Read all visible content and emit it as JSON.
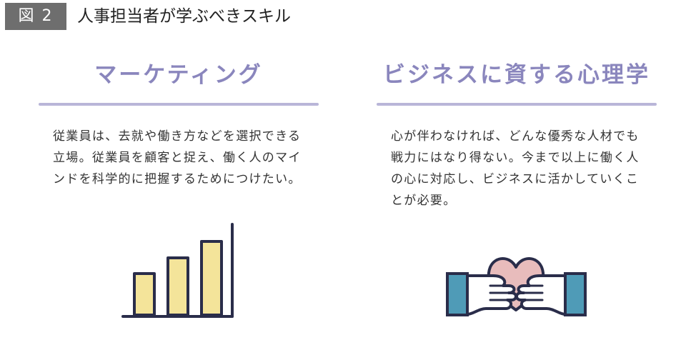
{
  "figure": {
    "label": "図 2",
    "title": "人事担当者が学ぶべきスキル"
  },
  "columns": [
    {
      "heading": "マーケティング",
      "body": "従業員は、去就や働き方などを選択できる立場。従業員を顧客と捉え、働く人のマインドを科学的に把握するためにつけたい。",
      "icon": "bar-chart-icon"
    },
    {
      "heading": "ビジネスに資する心理学",
      "body": "心が伴わなければ、どんな優秀な人材でも戦力にはなり得ない。今まで以上に働く人の心に対応し、ビジネスに活かしていくことが必要。",
      "icon": "hands-heart-icon"
    }
  ],
  "colors": {
    "heading": "#8a86bd",
    "rule": "#b9b6d8",
    "label_bg": "#6e6e6e",
    "bar_fill": "#f4e49a",
    "line": "#2a2d4a",
    "heart": "#e8bcbc",
    "cuff": "#4f9bb7"
  }
}
